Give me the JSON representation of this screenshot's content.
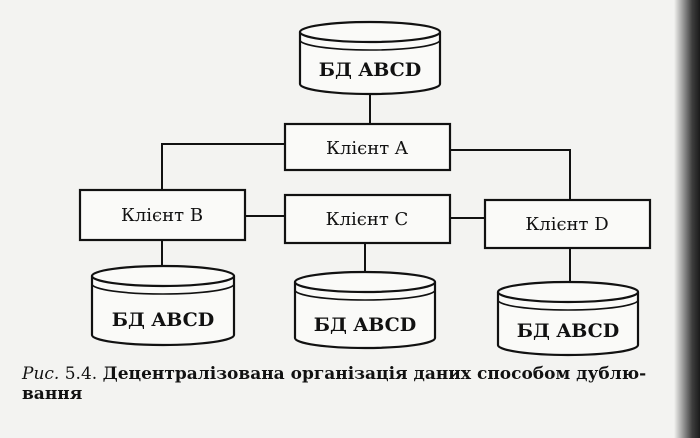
{
  "nodes": {
    "db_top": "БД ABCD",
    "client_a": "Клієнт A",
    "client_b": "Клієнт B",
    "client_c": "Клієнт C",
    "client_d": "Клієнт D",
    "db_b": "БД ABCD",
    "db_c": "БД ABCD",
    "db_d": "БД ABCD"
  },
  "caption": {
    "prefix": "Рис.",
    "number": "5.4.",
    "text_line1": "Децентралізована організація даних способом дублю-",
    "text_line2": "вання"
  }
}
